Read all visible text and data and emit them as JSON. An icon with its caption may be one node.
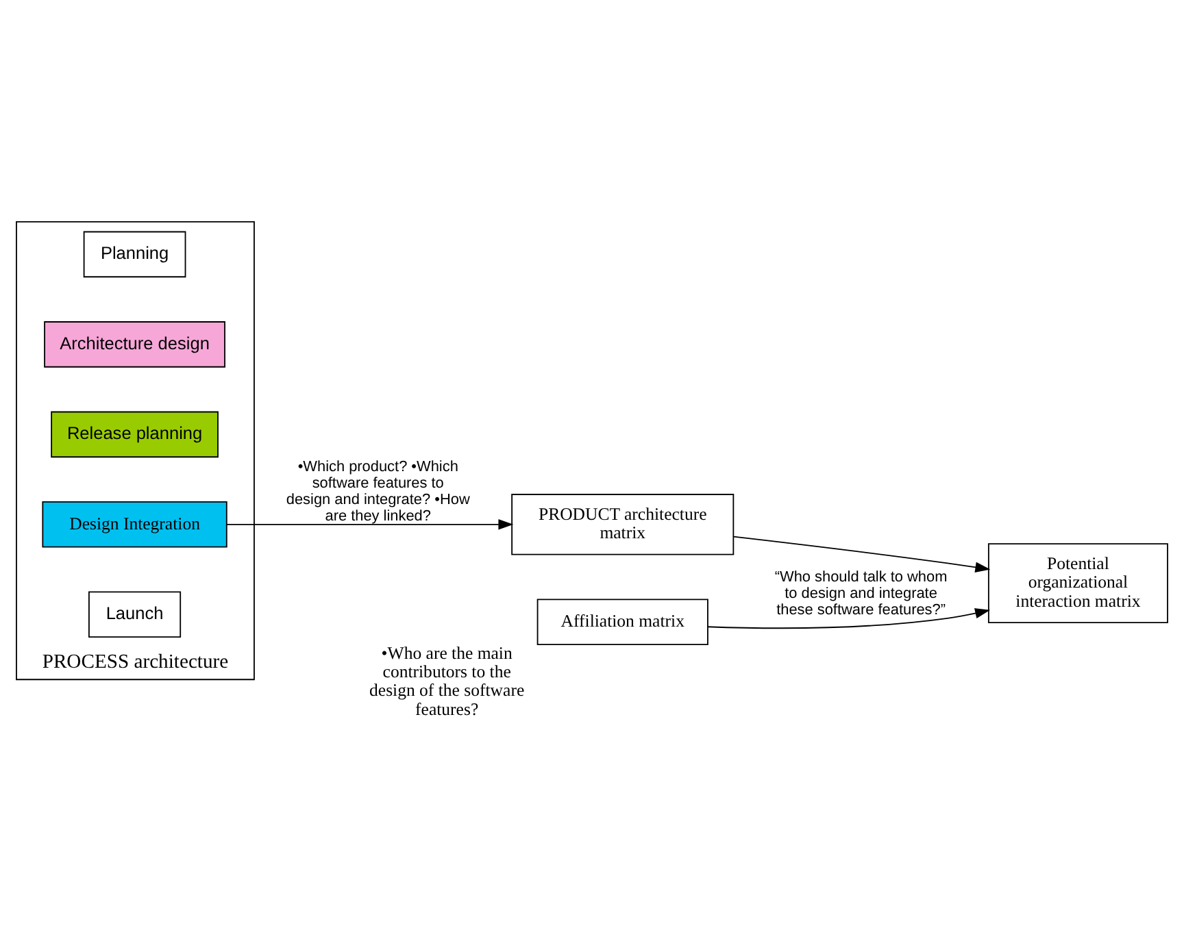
{
  "diagram": {
    "nodes": [
      {
        "text": [
          "PROCESS architecture"
        ]
      },
      {
        "text": [
          "Planning"
        ],
        "in": 0
      },
      {
        "text": [
          "Architecture design"
        ],
        "in": 0
      },
      {
        "text": [
          "Release planning"
        ],
        "in": 0
      },
      {
        "text": [
          "Design Integration"
        ],
        "in": 0
      },
      {
        "text": [
          "Launch"
        ],
        "in": 0
      },
      {
        "text": [
          "PRODUCT architecture matrix"
        ]
      },
      {
        "text": [
          "Potential organizational interaction matrix"
        ]
      },
      {
        "text": [
          "Affiliation matrix"
        ],
        "beside": [
          "•Who are the main contributors to the design of the software features?"
        ]
      }
    ],
    "edges": [
      {
        "from": 4,
        "to": 6,
        "arrow": "to",
        "label": "•Which product? •Which software features to design and integrate? •How are they linked?"
      },
      {
        "from": 6,
        "to": 7,
        "arrow": "to"
      },
      {
        "from": 8,
        "to": 7,
        "arrow": "to",
        "label": "“Who should talk to whom to design and integrate these software features?”"
      }
    ]
  }
}
